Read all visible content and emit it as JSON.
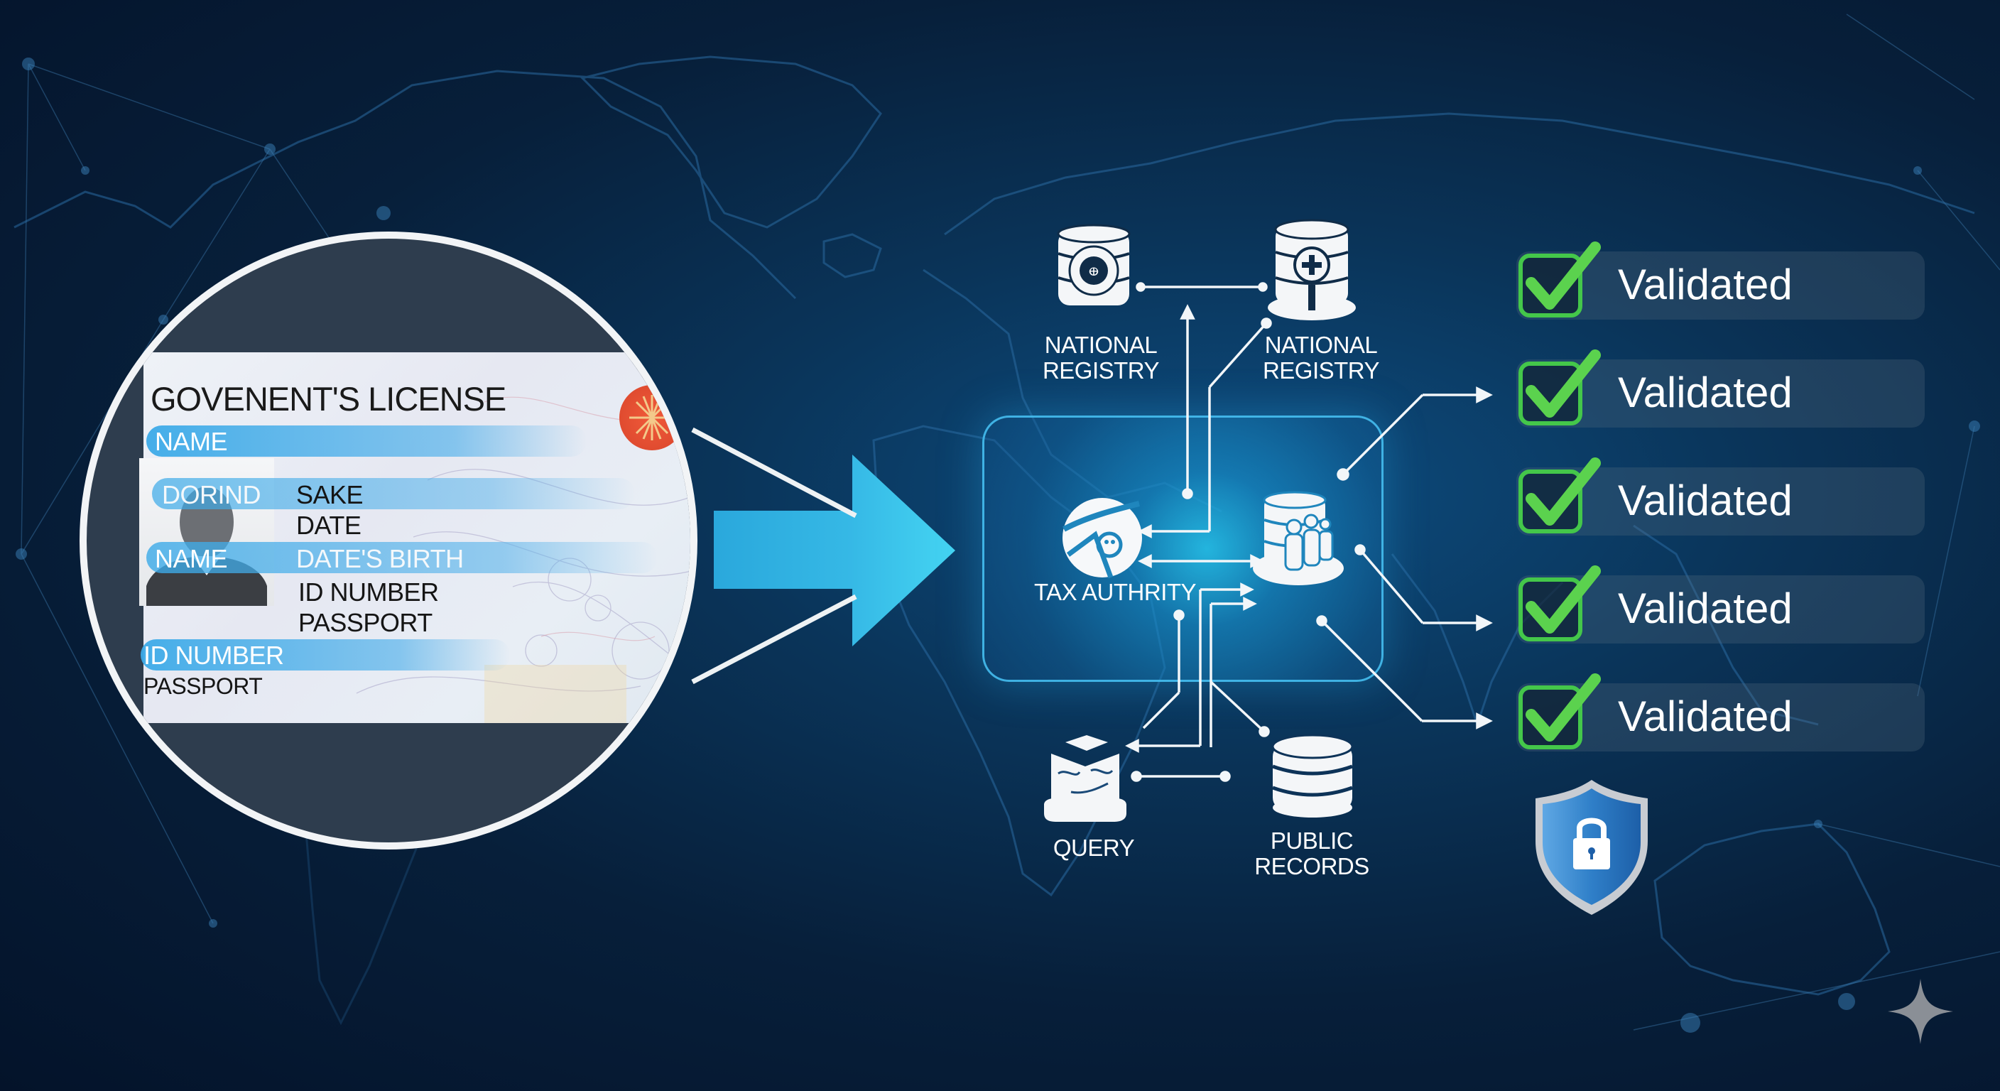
{
  "scene": {
    "description": "Identity document verification flow across government databases",
    "colors": {
      "background_dark": "#04132a",
      "background_mid": "#0a3459",
      "accent_cyan": "#36b9e6",
      "hub_border": "#46bef0",
      "check_green": "#44c74a",
      "emblem_red": "#e04c2f",
      "shield_blue": "#2f7fc8"
    }
  },
  "id_card": {
    "title": "GOVENENT'S LICENSE",
    "fields": {
      "name_band": "NAME",
      "photo_band": "DORIND",
      "sake": "SAKE",
      "date": "DATE",
      "name_band_2": "NAME",
      "dob": "DATE'S BIRTH",
      "id_number_inline": "ID NUMBER",
      "passport_inline": "PASSPORT",
      "id_number_band": "ID NUMBER",
      "passport": "PASSPORT"
    },
    "emblem_icon": "seal-emblem-icon",
    "photo_icon": "person-silhouette-icon"
  },
  "flow_arrow": {
    "icon": "arrow-right-icon"
  },
  "nodes": {
    "registry_1": {
      "label_line1": "NATIONAL",
      "label_line2": "REGISTRY",
      "icon": "database-seal-icon"
    },
    "registry_2": {
      "label_line1": "NATIONAL",
      "label_line2": "REGISTRY",
      "icon": "database-medical-icon"
    },
    "tax_authority": {
      "label": "TAX AUTHRITY",
      "icon": "tax-emblem-icon"
    },
    "people_db": {
      "icon": "database-people-icon"
    },
    "query": {
      "label": "QUERY",
      "icon": "open-book-icon"
    },
    "public_records": {
      "label_line1": "PUBLIC",
      "label_line2": "RECORDS",
      "icon": "database-icon"
    }
  },
  "validations": [
    {
      "label": "Validated",
      "status": "checked"
    },
    {
      "label": "Validated",
      "status": "checked"
    },
    {
      "label": "Validated",
      "status": "checked"
    },
    {
      "label": "Validated",
      "status": "checked"
    },
    {
      "label": "Validated",
      "status": "checked"
    }
  ],
  "security": {
    "icon": "shield-lock-icon"
  },
  "watermark": {
    "icon": "sparkle-icon"
  }
}
